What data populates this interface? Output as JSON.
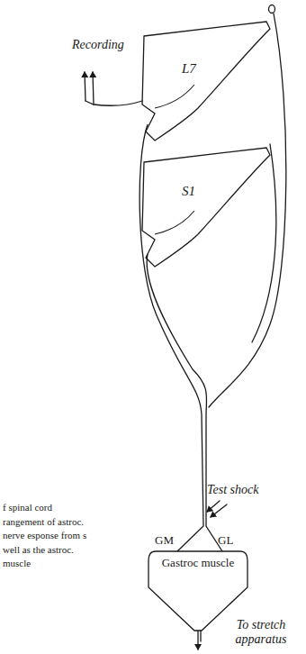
{
  "diagram": {
    "caption": "f spinal cord rangement of astroc. nerve esponse from s well as the astroc. muscle",
    "nodes": [
      {
        "text": [
          "L7"
        ]
      },
      {
        "text": [
          "S1"
        ]
      },
      {
        "text": [
          "Gastroc muscle"
        ]
      }
    ],
    "edges": [
      {
        "from": 0,
        "to": 2,
        "arrow": "none"
      },
      {
        "from": 1,
        "to": 2,
        "arrow": "none"
      }
    ],
    "labels": [
      "Recording",
      "Test shock",
      "GM",
      "GL",
      "To stretch apparatus"
    ]
  }
}
